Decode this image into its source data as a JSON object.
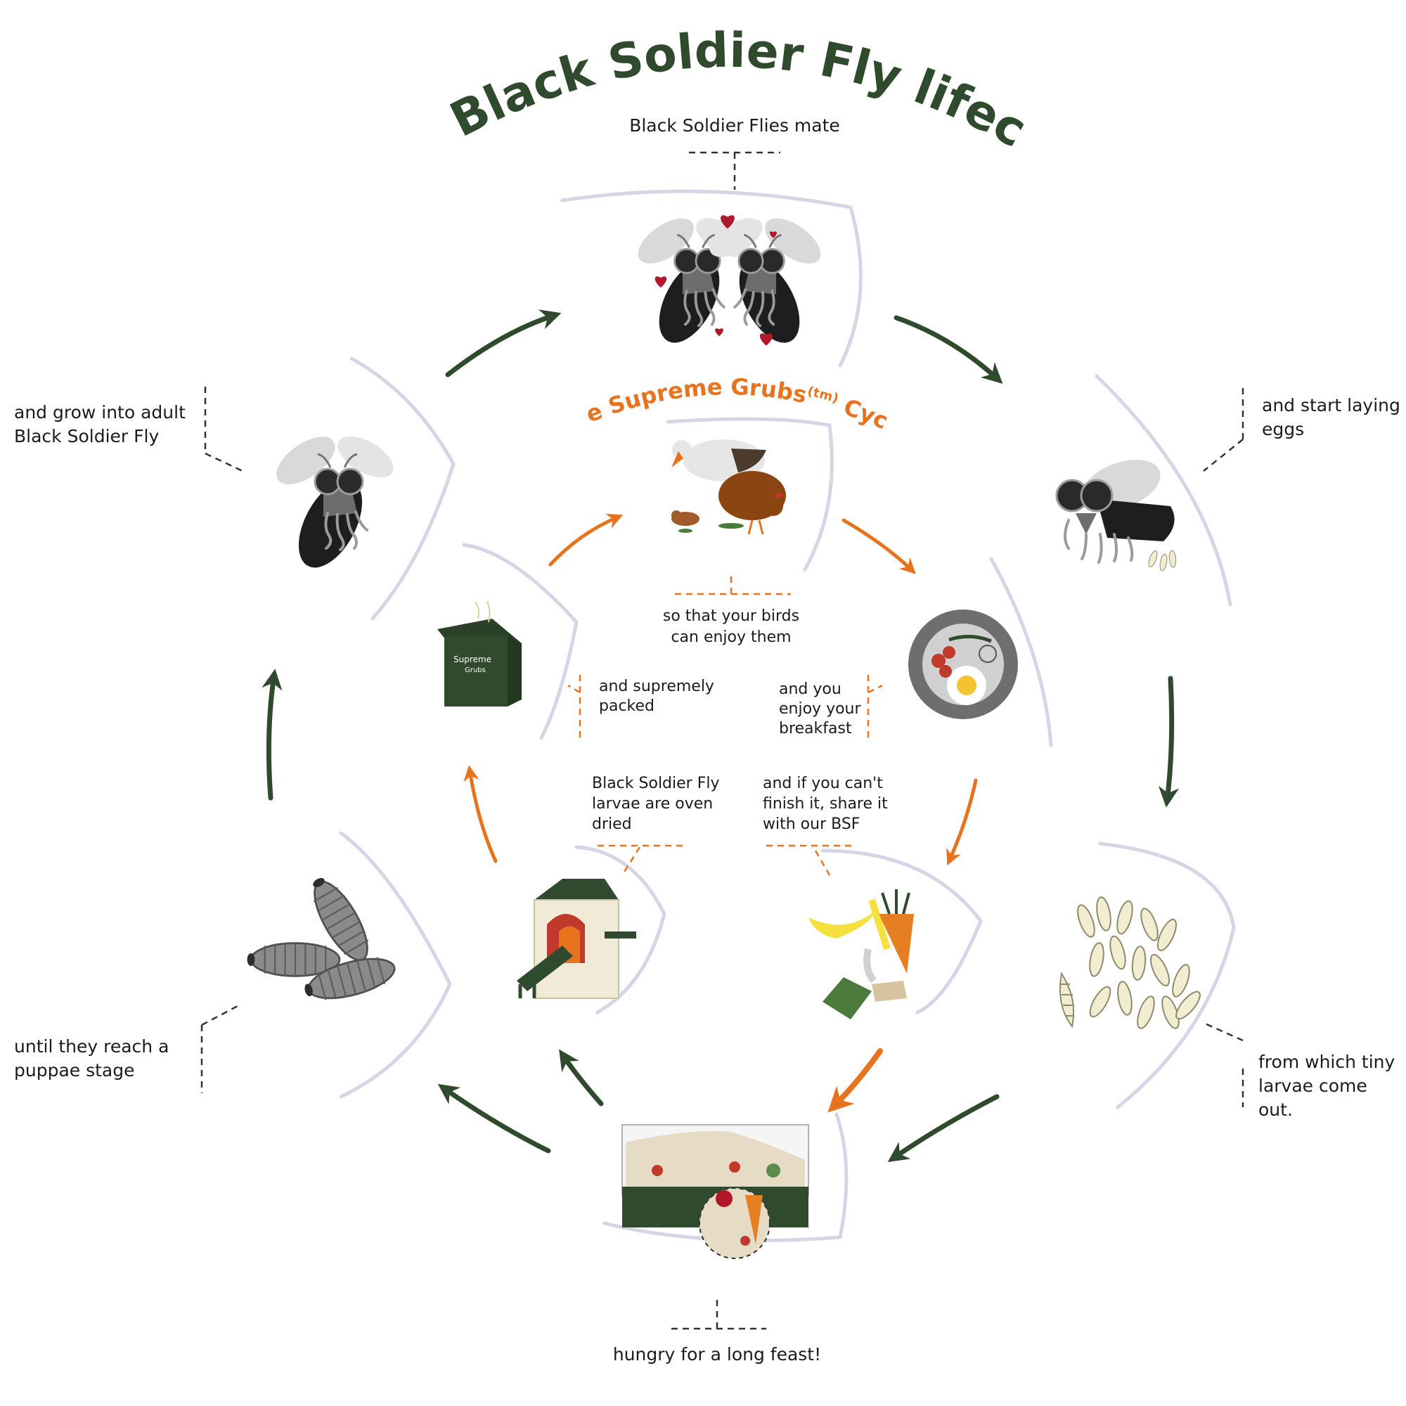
{
  "diagram": {
    "title": "The Black Soldier Fly lifecycle",
    "subtitle": "The Supreme Grubs",
    "subtitle_superscript": "(tm)",
    "subtitle_suffix": "Cycle",
    "box_brand_top": "Supreme",
    "box_brand_bottom": "Grubs",
    "colors": {
      "outer_cycle": "#2f4a2c",
      "inner_cycle": "#e8731f",
      "panel_edge": "#d4d6e6",
      "fly_body": "#1e1e1e",
      "fly_wing": "#d9d9d9",
      "egg": "#f2ecd0",
      "pupa": "#8a8a8a",
      "heart": "#b0182a"
    },
    "outer_cycle": {
      "mate": "Black Soldier Flies mate",
      "lay_eggs": "and start laying\neggs",
      "larvae_out": "from which tiny\nlarvae come out.",
      "feast": "hungry for a long feast!",
      "pupae": "until they reach a\npuppae stage",
      "adult": "and grow into adult\nBlack Soldier Fly"
    },
    "inner_cycle": {
      "birds": "so that your birds\ncan enjoy them",
      "breakfast": "and you\nenjoy your\nbreakfast",
      "share": "and if you can't\nfinish it, share it\nwith our BSF",
      "oven": "Black Soldier Fly\nlarvae are oven\ndried",
      "packed": "and supremely\npacked"
    },
    "icons": {
      "mating": "mating-flies-icon",
      "laying": "egg-laying-fly-icon",
      "eggs": "eggs-and-larvae-icon",
      "bin": "feeding-bin-icon",
      "pupae": "pupae-icon",
      "adult": "adult-fly-icon",
      "birds": "birds-icon",
      "breakfast": "breakfast-plate-icon",
      "scraps": "food-scraps-icon",
      "oven": "drying-oven-icon",
      "box": "supreme-grubs-box-icon"
    }
  }
}
